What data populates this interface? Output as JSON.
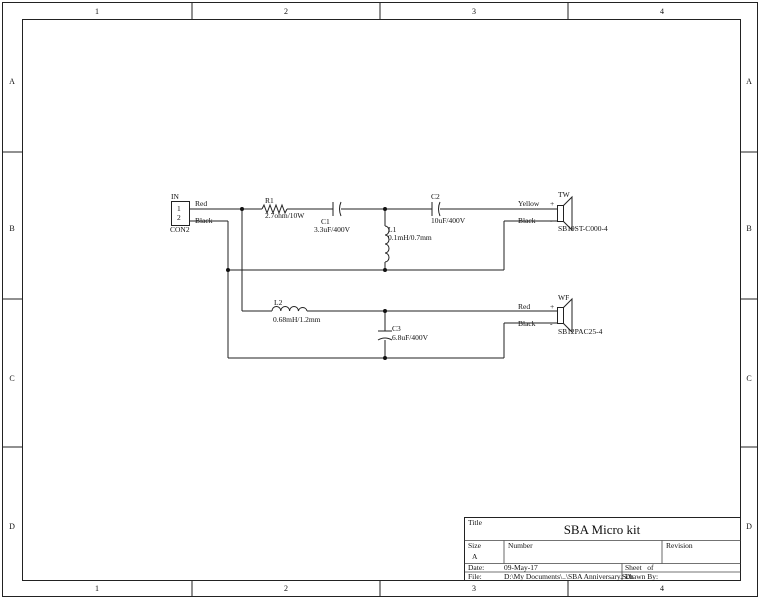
{
  "border": {
    "columns": [
      "1",
      "2",
      "3",
      "4"
    ],
    "rows": [
      "A",
      "B",
      "C",
      "D"
    ]
  },
  "connector": {
    "ref": "IN",
    "name": "CON2",
    "pin1": "1",
    "pin2": "2",
    "wire_top": "Red",
    "wire_bottom": "Black"
  },
  "components": {
    "r1": {
      "ref": "R1",
      "value": "2.7ohm/10W"
    },
    "c1": {
      "ref": "C1",
      "value": "3.3uF/400V"
    },
    "l1": {
      "ref": "L1",
      "value": "0.1mH/0.7mm"
    },
    "c2": {
      "ref": "C2",
      "value": "10uF/400V"
    },
    "l2": {
      "ref": "L2",
      "value": "0.68mH/1.2mm"
    },
    "c3": {
      "ref": "C3",
      "value": "6.8uF/400V"
    }
  },
  "speakers": {
    "tw": {
      "ref": "TW",
      "model": "SB19ST-C000-4",
      "wire_pos": "Yellow",
      "wire_neg": "Black",
      "plus": "+",
      "minus": "-"
    },
    "wf": {
      "ref": "WF",
      "model": "SB12PAC25-4",
      "wire_pos": "Red",
      "wire_neg": "Black",
      "plus": "+",
      "minus": "-"
    }
  },
  "title_block": {
    "title_label": "Title",
    "title": "SBA Micro kit",
    "size_label": "Size",
    "size": "A",
    "number_label": "Number",
    "revision_label": "Revision",
    "date_label": "Date:",
    "date": "09-May-17",
    "file_label": "File:",
    "file": "D:\\My Documents\\..\\SBA Anniversary.Sch",
    "sheet_label": "Sheet   of",
    "drawn_label": "Drawn By:"
  }
}
